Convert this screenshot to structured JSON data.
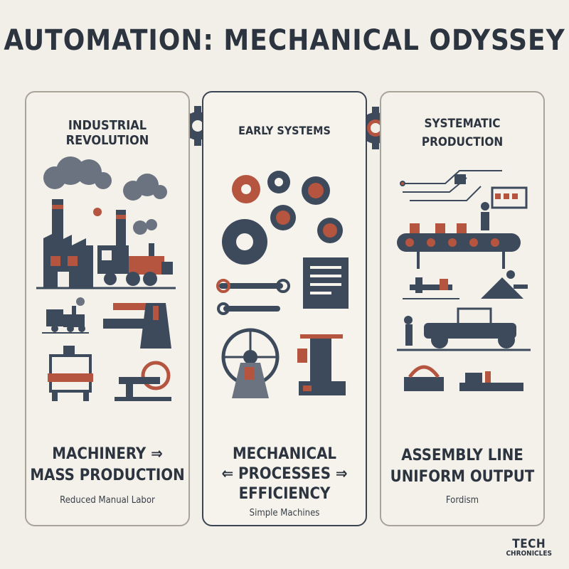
{
  "title": "AUTOMATION: MECHANICAL ODYSSEY",
  "colors": {
    "navy": "#3d4a5c",
    "rust": "#b5543f",
    "cream": "#f2efe8",
    "text": "#2c3440"
  },
  "panels": [
    {
      "heading": "INDUSTRIAL REVOLUTION",
      "main_line1": "MACHINERY ⇒",
      "main_line2": "MASS PRODUCTION",
      "main_line3": "",
      "subtitle": "Reduced Manual Labor"
    },
    {
      "heading": "EARLY SYSTEMS",
      "main_line1": "MECHANICAL",
      "main_line2": "⇐ PROCESSES ⇒",
      "main_line3": "EFFICIENCY",
      "subtitle": "Simple Machines"
    },
    {
      "heading_line1": "SYSTEMATIC",
      "heading_line2": "PRODUCTION",
      "main_line1": "ASSEMBLY LINE",
      "main_line2": "UNIFORM OUTPUT",
      "main_line3": "",
      "subtitle": "Fordism"
    }
  ],
  "logo": {
    "line1": "TECH",
    "line2": "CHRONICLES",
    "icon": "gear-icon"
  },
  "icons": [
    "factory-icon",
    "locomotive-icon",
    "gear-icon",
    "wrench-icon",
    "document-icon",
    "water-wheel-icon",
    "steam-engine-icon",
    "conveyor-belt-icon",
    "worker-icon",
    "car-icon",
    "press-machine-icon"
  ]
}
